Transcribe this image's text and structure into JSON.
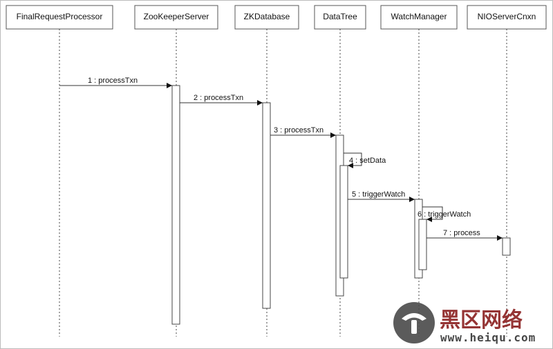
{
  "lifelines": [
    {
      "id": "frp",
      "label": "FinalRequestProcessor"
    },
    {
      "id": "zks",
      "label": "ZooKeeperServer"
    },
    {
      "id": "zkdb",
      "label": "ZKDatabase"
    },
    {
      "id": "dt",
      "label": "DataTree"
    },
    {
      "id": "wm",
      "label": "WatchManager"
    },
    {
      "id": "nio",
      "label": "NIOServerCnxn"
    }
  ],
  "messages": [
    {
      "label": "1 : processTxn",
      "from": "frp",
      "to": "zks"
    },
    {
      "label": "2 : processTxn",
      "from": "zks",
      "to": "zkdb"
    },
    {
      "label": "3 : processTxn",
      "from": "zkdb",
      "to": "dt"
    },
    {
      "label": "4 : setData",
      "from": "dt",
      "to": "dt"
    },
    {
      "label": "5 : triggerWatch",
      "from": "dt",
      "to": "wm"
    },
    {
      "label": "6 : triggerWatch",
      "from": "wm",
      "to": "wm"
    },
    {
      "label": "7 : process",
      "from": "wm",
      "to": "nio"
    }
  ],
  "watermark": {
    "text": "黑区网络",
    "url": "www.heiqu.com"
  },
  "colors": {
    "line": "#333333",
    "watermark": "#8a1f1f"
  }
}
